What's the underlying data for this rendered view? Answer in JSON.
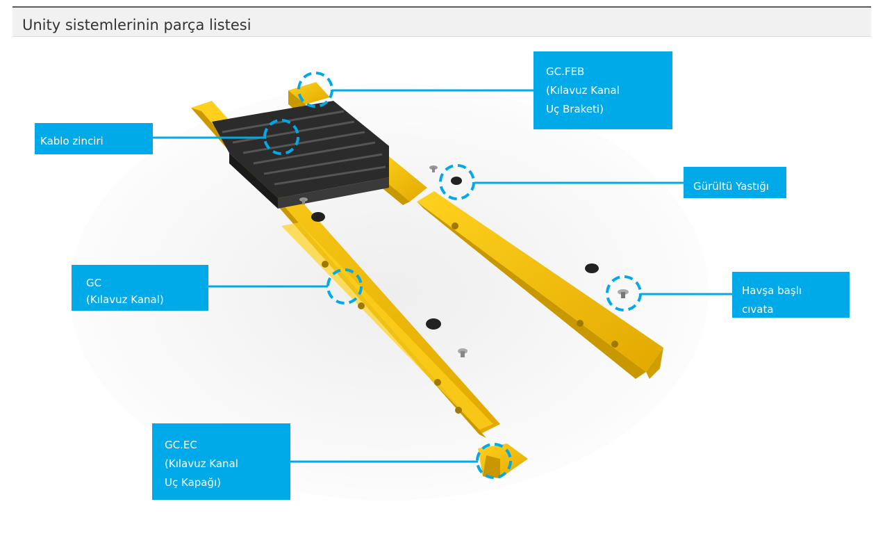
{
  "page": {
    "title": "Unity sistemlerinin parça listesi"
  },
  "colors": {
    "callout": "#00a9e8",
    "rail": "#f4c20d",
    "rail_dark": "#c99700",
    "chain": "#2b2b2b"
  },
  "labels": {
    "gc_feb": [
      "GC.FEB",
      "(Kılavuz Kanal",
      "Uç Braketi)"
    ],
    "cable_chain": [
      "Kablo zinciri"
    ],
    "noise_pad": [
      "Gürültü Yastığı"
    ],
    "guide_channel": [
      "GC",
      "(Kılavuz Kanal)"
    ],
    "countersunk_bolt": [
      "Havşa başlı",
      "cıvata"
    ],
    "gc_ec": [
      "GC.EC",
      "(Kılavuz Kanal",
      "Uç Kapağı)"
    ]
  }
}
